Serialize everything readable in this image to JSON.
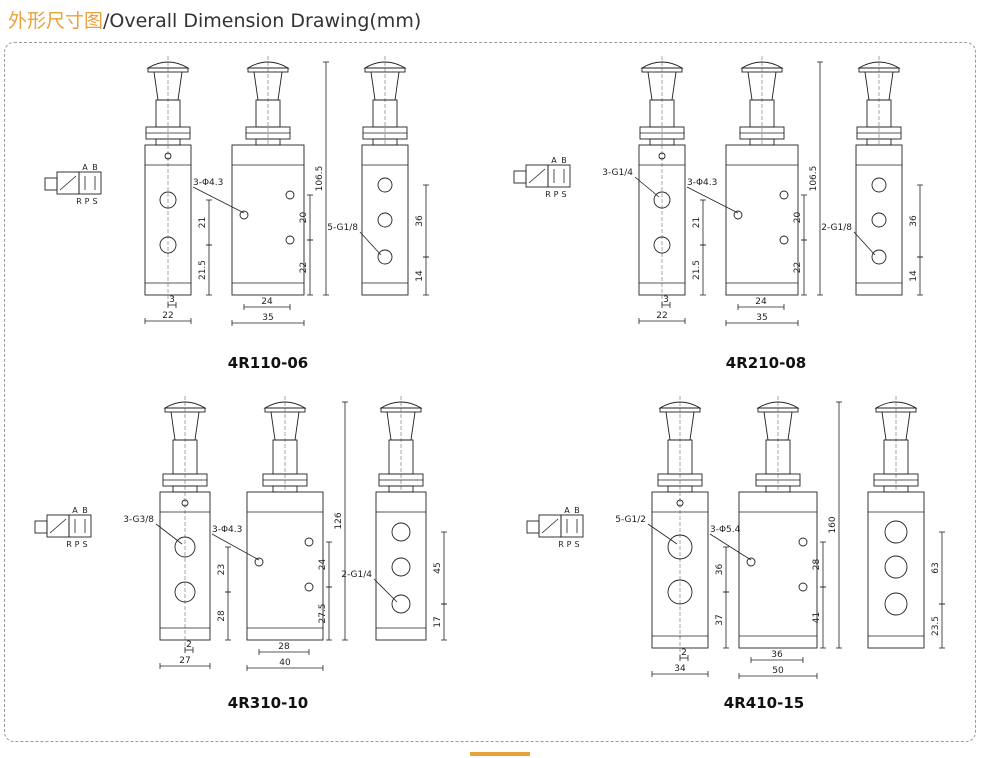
{
  "header": {
    "title_cn": "外形尺寸图",
    "title_en": "/Overall Dimension Drawing(mm)"
  },
  "colors": {
    "accent": "#e8a23a",
    "line": "#222222"
  },
  "symbol_labels": {
    "A": "A",
    "B": "B",
    "R": "R",
    "P": "P",
    "S": "S"
  },
  "models": [
    {
      "id": "4r110",
      "title": "4R110-06",
      "hole_label": "3-Φ4.3",
      "port_label": "5-G1/8",
      "front_dims": [
        "21",
        "21.5",
        "3",
        "22"
      ],
      "side_dims": [
        "106.5",
        "20",
        "22",
        "24",
        "35"
      ],
      "right_dims": [
        "36",
        "14"
      ]
    },
    {
      "id": "4r210",
      "title": "4R210-08",
      "port_label_front": "3-G1/4",
      "hole_label": "3-Φ4.3",
      "port_label": "2-G1/8",
      "front_dims": [
        "21",
        "21.5",
        "3",
        "22"
      ],
      "side_dims": [
        "106.5",
        "20",
        "22",
        "24",
        "35"
      ],
      "right_dims": [
        "36",
        "14"
      ]
    },
    {
      "id": "4r310",
      "title": "4R310-10",
      "port_label_front": "3-G3/8",
      "hole_label": "3-Φ4.3",
      "port_label": "2-G1/4",
      "front_dims": [
        "23",
        "28",
        "2",
        "27"
      ],
      "side_dims": [
        "126",
        "24",
        "27.5",
        "28",
        "40"
      ],
      "right_dims": [
        "45",
        "17"
      ]
    },
    {
      "id": "4r410",
      "title": "4R410-15",
      "port_label_front": "5-G1/2",
      "hole_label": "3-Φ5.4",
      "front_dims": [
        "36",
        "37",
        "2",
        "34"
      ],
      "side_dims": [
        "160",
        "28",
        "41",
        "36",
        "50"
      ],
      "right_dims": [
        "63",
        "23.5"
      ]
    }
  ]
}
